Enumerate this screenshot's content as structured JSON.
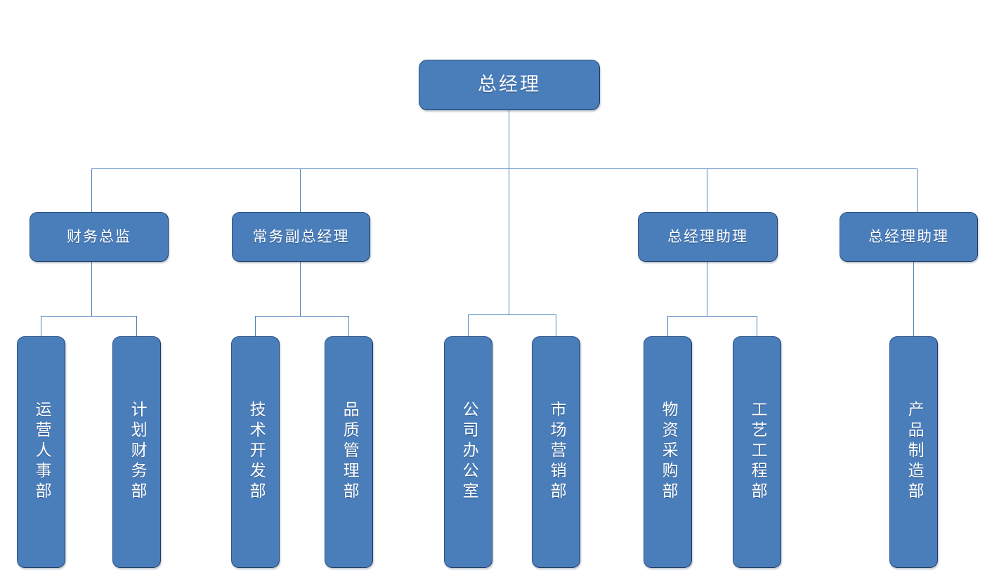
{
  "chart_data": {
    "type": "diagram",
    "diagram_type": "organizational-chart",
    "title": "",
    "colors": {
      "node_fill": "#4a7ebb",
      "node_border": "#2b5486",
      "node_text": "#ffffff",
      "connector": "#4f81bd",
      "background": "#ffffff"
    },
    "levels": 3,
    "nodes": [
      {
        "id": "n1",
        "label": "总经理",
        "level": 1,
        "parent": null,
        "orientation": "horizontal"
      },
      {
        "id": "n2",
        "label": "财务总监",
        "level": 2,
        "parent": "n1",
        "orientation": "horizontal"
      },
      {
        "id": "n3",
        "label": "常务副总经理",
        "level": 2,
        "parent": "n1",
        "orientation": "horizontal"
      },
      {
        "id": "n4",
        "label": "总经理助理",
        "level": 2,
        "parent": "n1",
        "orientation": "horizontal"
      },
      {
        "id": "n5",
        "label": "总经理助理",
        "level": 2,
        "parent": "n1",
        "orientation": "horizontal"
      },
      {
        "id": "n6",
        "label": "运营人事部",
        "level": 3,
        "parent": "n2",
        "orientation": "vertical"
      },
      {
        "id": "n7",
        "label": "计划财务部",
        "level": 3,
        "parent": "n2",
        "orientation": "vertical"
      },
      {
        "id": "n8",
        "label": "技术开发部",
        "level": 3,
        "parent": "n3",
        "orientation": "vertical"
      },
      {
        "id": "n9",
        "label": "品质管理部",
        "level": 3,
        "parent": "n3",
        "orientation": "vertical"
      },
      {
        "id": "n10",
        "label": "公司办公室",
        "level": 3,
        "parent": "n1",
        "orientation": "vertical"
      },
      {
        "id": "n11",
        "label": "市场营销部",
        "level": 3,
        "parent": "n1",
        "orientation": "vertical"
      },
      {
        "id": "n12",
        "label": "物资采购部",
        "level": 3,
        "parent": "n4",
        "orientation": "vertical"
      },
      {
        "id": "n13",
        "label": "工艺工程部",
        "level": 3,
        "parent": "n4",
        "orientation": "vertical"
      },
      {
        "id": "n14",
        "label": "产品制造部",
        "level": 3,
        "parent": "n5",
        "orientation": "vertical"
      }
    ],
    "edges": [
      {
        "from": "n1",
        "to": "n2"
      },
      {
        "from": "n1",
        "to": "n3"
      },
      {
        "from": "n1",
        "to": "n4"
      },
      {
        "from": "n1",
        "to": "n5"
      },
      {
        "from": "n1",
        "to": "n10"
      },
      {
        "from": "n1",
        "to": "n11"
      },
      {
        "from": "n2",
        "to": "n6"
      },
      {
        "from": "n2",
        "to": "n7"
      },
      {
        "from": "n3",
        "to": "n8"
      },
      {
        "from": "n3",
        "to": "n9"
      },
      {
        "from": "n4",
        "to": "n12"
      },
      {
        "from": "n4",
        "to": "n13"
      },
      {
        "from": "n5",
        "to": "n14"
      }
    ]
  },
  "chart": {
    "root": {
      "label": "总经理"
    },
    "managers": [
      {
        "label": "财务总监"
      },
      {
        "label": "常务副总经理"
      },
      {
        "label": "总经理助理"
      },
      {
        "label": "总经理助理"
      }
    ],
    "departments": [
      {
        "label": "运营人事部"
      },
      {
        "label": "计划财务部"
      },
      {
        "label": "技术开发部"
      },
      {
        "label": "品质管理部"
      },
      {
        "label": "公司办公室"
      },
      {
        "label": "市场营销部"
      },
      {
        "label": "物资采购部"
      },
      {
        "label": "工艺工程部"
      },
      {
        "label": "产品制造部"
      }
    ]
  }
}
